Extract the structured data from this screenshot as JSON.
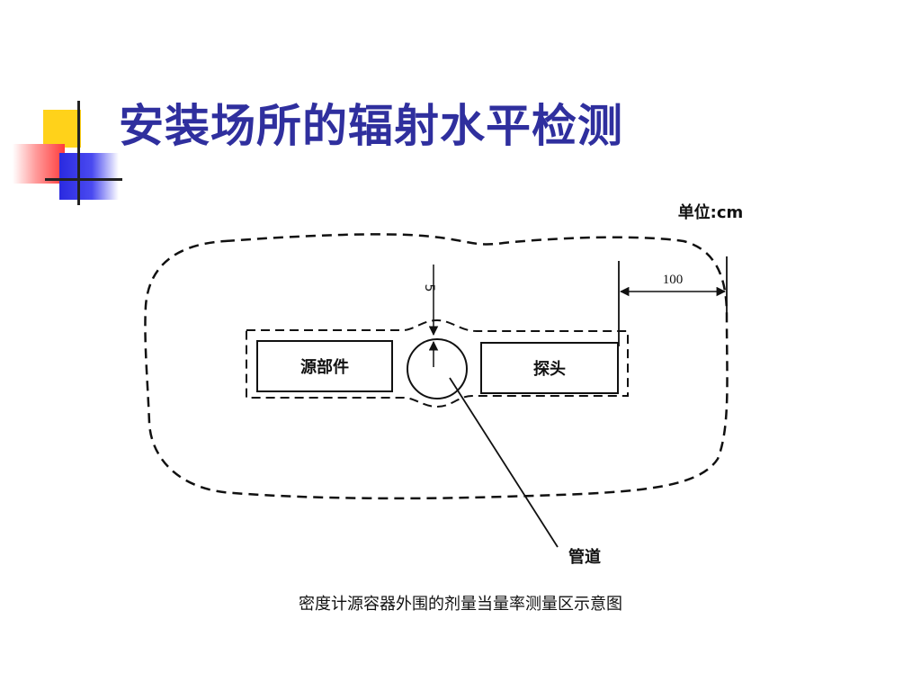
{
  "slide": {
    "title": "安装场所的辐射水平检测",
    "caption": "密度计源容器外围的剂量当量率测量区示意图"
  },
  "diagram": {
    "unit_label": "单位:cm",
    "source_label": "源部件",
    "probe_label": "探头",
    "pipe_label": "管道",
    "dim_top": "5",
    "dim_right": "100"
  },
  "colors": {
    "title": "#2f2f9e",
    "accent_yellow": "#ffd21a",
    "accent_red": "#ff3b3b",
    "accent_blue": "#2a2ae0"
  }
}
